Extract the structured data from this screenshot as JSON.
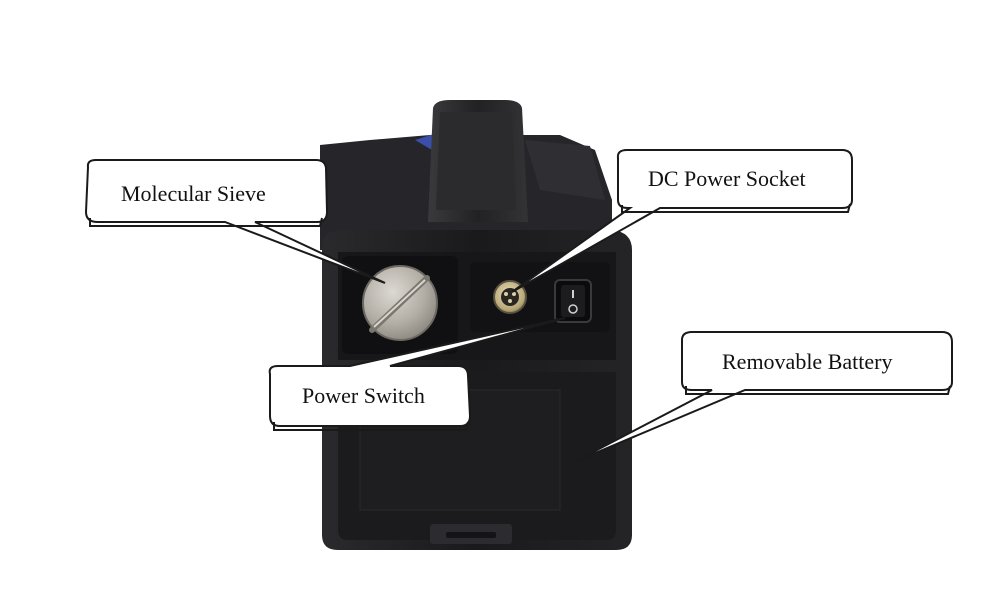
{
  "callouts": {
    "molecular_sieve": "Molecular Sieve",
    "dc_power_socket": "DC Power Socket",
    "power_switch": "Power Switch",
    "removable_battery": "Removable Battery"
  },
  "colors": {
    "device_body": "#1c1c1e",
    "device_face": "#141416",
    "sieve_cap": "#b7b4ad",
    "callout_fill": "#ffffff",
    "callout_stroke": "#1a1a1a",
    "background": "#ffffff"
  },
  "icons": {
    "sieve": "sieve-cap-icon",
    "socket": "dc-socket-icon",
    "switch": "rocker-switch-icon"
  }
}
